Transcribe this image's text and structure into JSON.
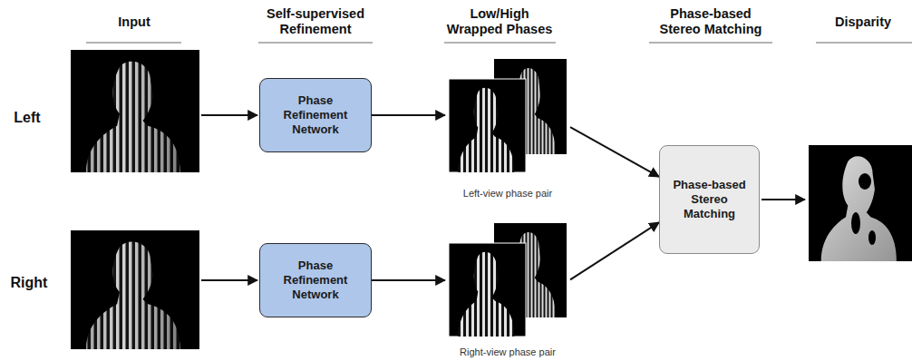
{
  "diagram": {
    "nodes": [
      {
        "text": [
          "Phase Refinement Network"
        ]
      },
      {
        "text": [
          "Left-view phase pair"
        ]
      },
      {
        "text": [
          "Phase-based Stereo Matching"
        ]
      },
      {
        "text": [
          "Phase Refinement Network"
        ]
      },
      {
        "text": [
          "Right-view phase pair"
        ]
      }
    ],
    "edges": [
      {
        "from": 0,
        "to": 1,
        "arrow": "to"
      },
      {
        "from": 1,
        "to": 2,
        "arrow": "to"
      },
      {
        "from": 3,
        "to": 4,
        "arrow": "to"
      },
      {
        "from": 4,
        "to": 2,
        "arrow": "to"
      }
    ],
    "labels": [
      "Input",
      "Self-supervised Refinement",
      "Low/High Wrapped Phases",
      "Phase-based Stereo Matching",
      "Disparity",
      "Left",
      "Right"
    ]
  }
}
